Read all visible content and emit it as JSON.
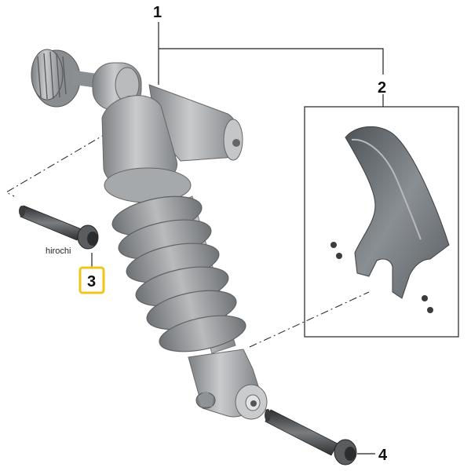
{
  "callouts": {
    "one": "1",
    "two": "2",
    "three": "3",
    "four": "4"
  },
  "watermark": "hirochi",
  "colors": {
    "highlight_border": "#f0c419",
    "leader_line": "#222222",
    "shock_body": "#9ea1a4",
    "spring": "#8e9194",
    "fender": "#6f7478",
    "bolt": "#4a4d50"
  }
}
